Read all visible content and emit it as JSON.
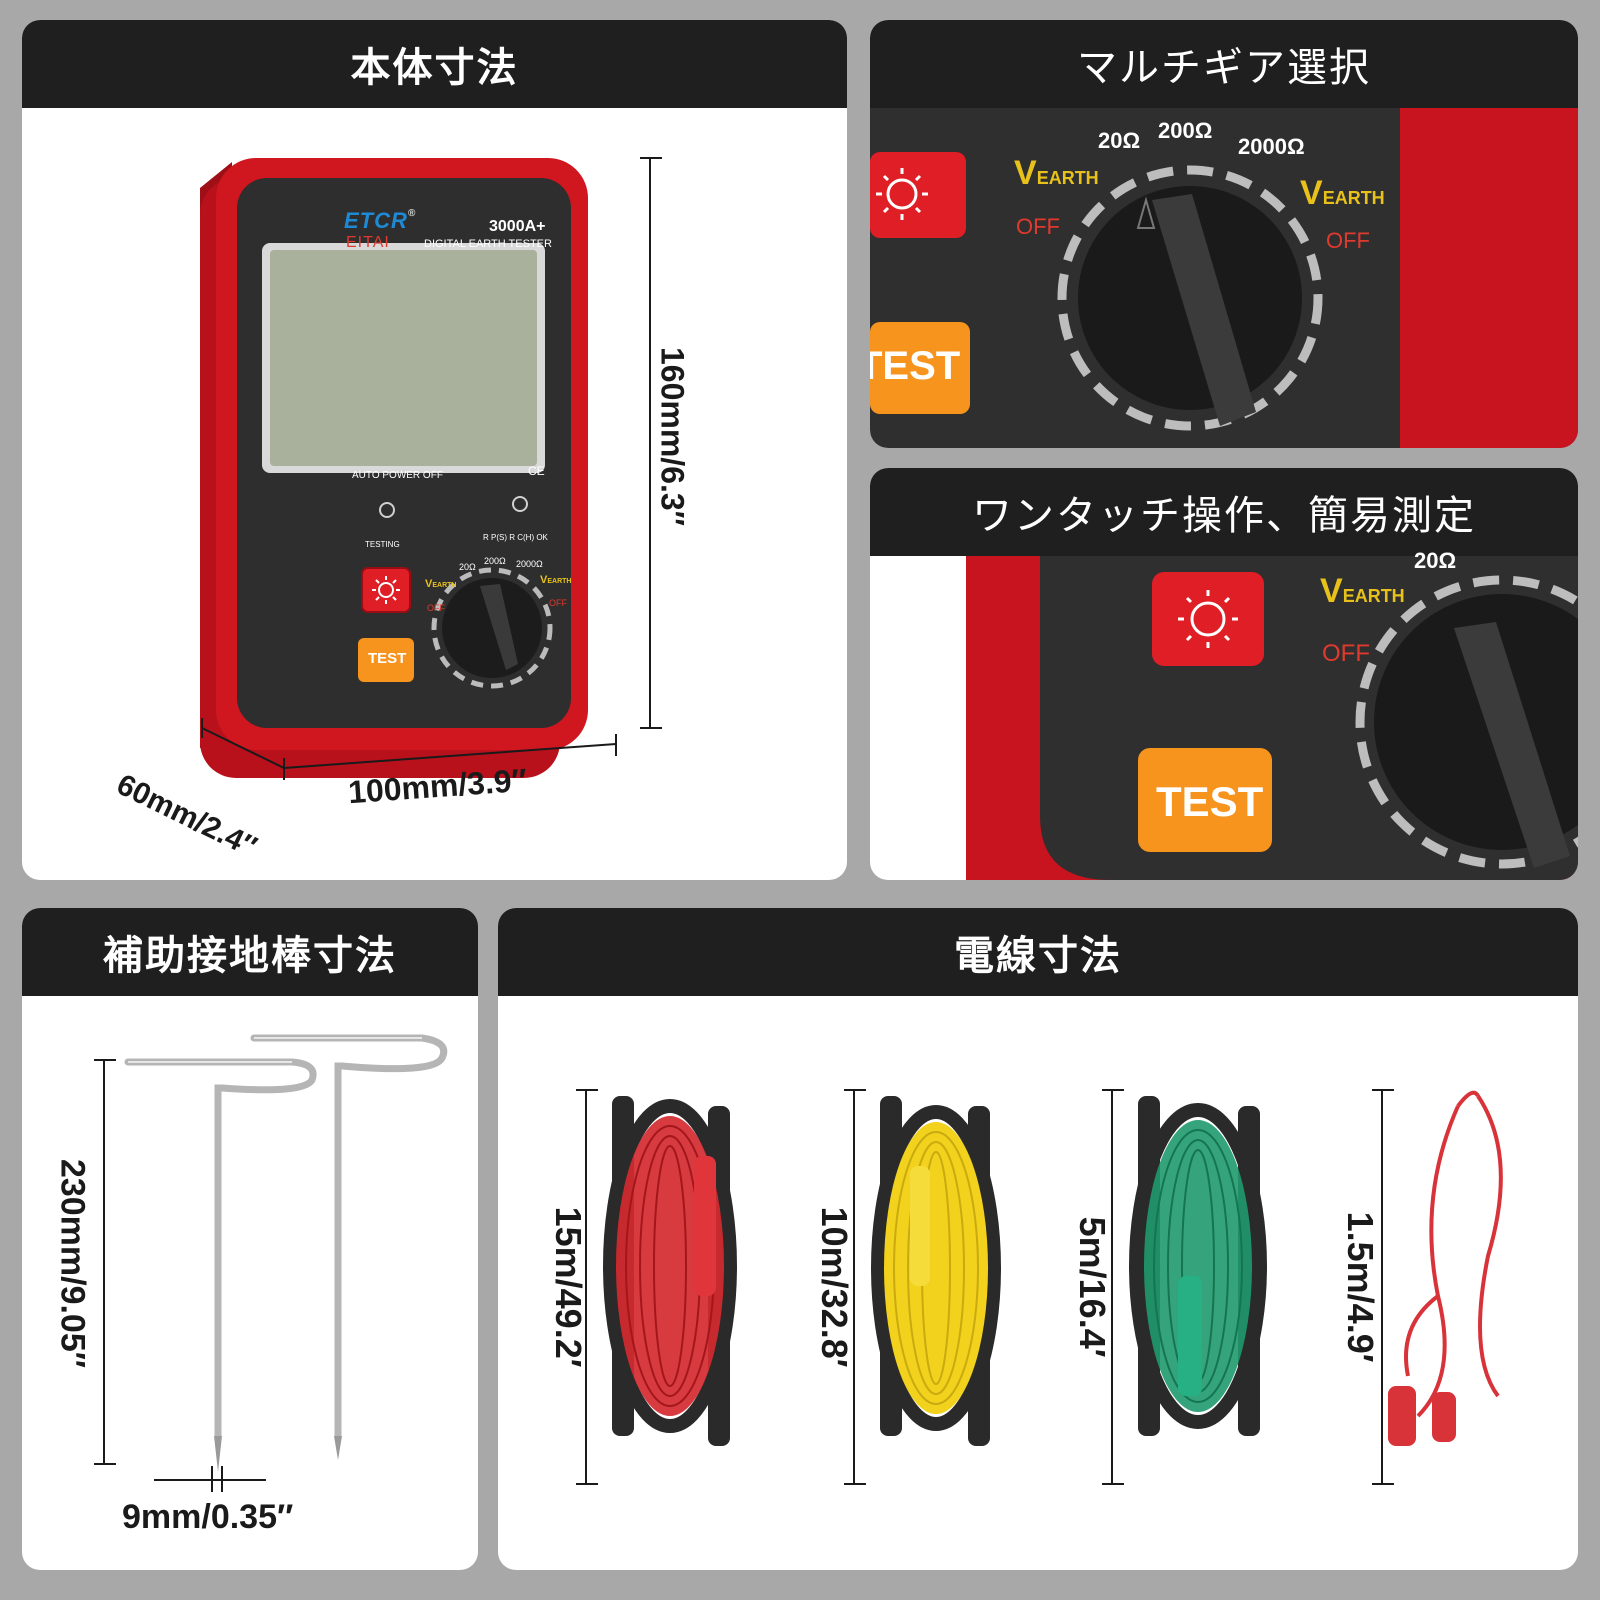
{
  "panels": {
    "body_dimensions": {
      "title": "本体寸法",
      "height_label": "160mm/6.3″",
      "width_label": "100mm/3.9″",
      "depth_label": "60mm/2.4″"
    },
    "gear_select": {
      "title": "マルチギア選択"
    },
    "one_touch": {
      "title": "ワンタッチ操作、簡易測定"
    },
    "rod_dimensions": {
      "title": "補助接地棒寸法",
      "length_label": "230mm/9.05″",
      "diameter_label": "9mm/0.35″"
    },
    "wire_dimensions": {
      "title": "電線寸法",
      "wires": [
        {
          "label": "15m/49.2′",
          "color": "#d42a2f"
        },
        {
          "label": "10m/32.8′",
          "color": "#f2d21c"
        },
        {
          "label": "5m/16.4′",
          "color": "#1f9a6e"
        },
        {
          "label": "1.5m/4.9′",
          "color": "#d9333a"
        }
      ]
    }
  },
  "device": {
    "brand": "ETCR",
    "registered": "®",
    "sub_brand": "EITAI",
    "model": "3000A+",
    "product": "DIGITAL EARTH TESTER",
    "auto_power": "AUTO POWER OFF",
    "ce_mark": "CE",
    "testing_label": "TESTING",
    "ok_label": "R P(S) R C(H) OK",
    "range_20": "20Ω",
    "range_200": "200Ω",
    "range_2000": "2000Ω",
    "v_earth_v": "V",
    "v_earth_rest": "EARTH",
    "off_label": "OFF",
    "test_button": "TEST",
    "light_icon": "sun-icon"
  },
  "colors": {
    "device_red": "#c8141e",
    "device_dark": "#2d2d2d",
    "lcd": "#a9b09c",
    "test_orange": "#f7941d",
    "label_yellow": "#e8c21a",
    "label_red": "#e03a2f"
  }
}
